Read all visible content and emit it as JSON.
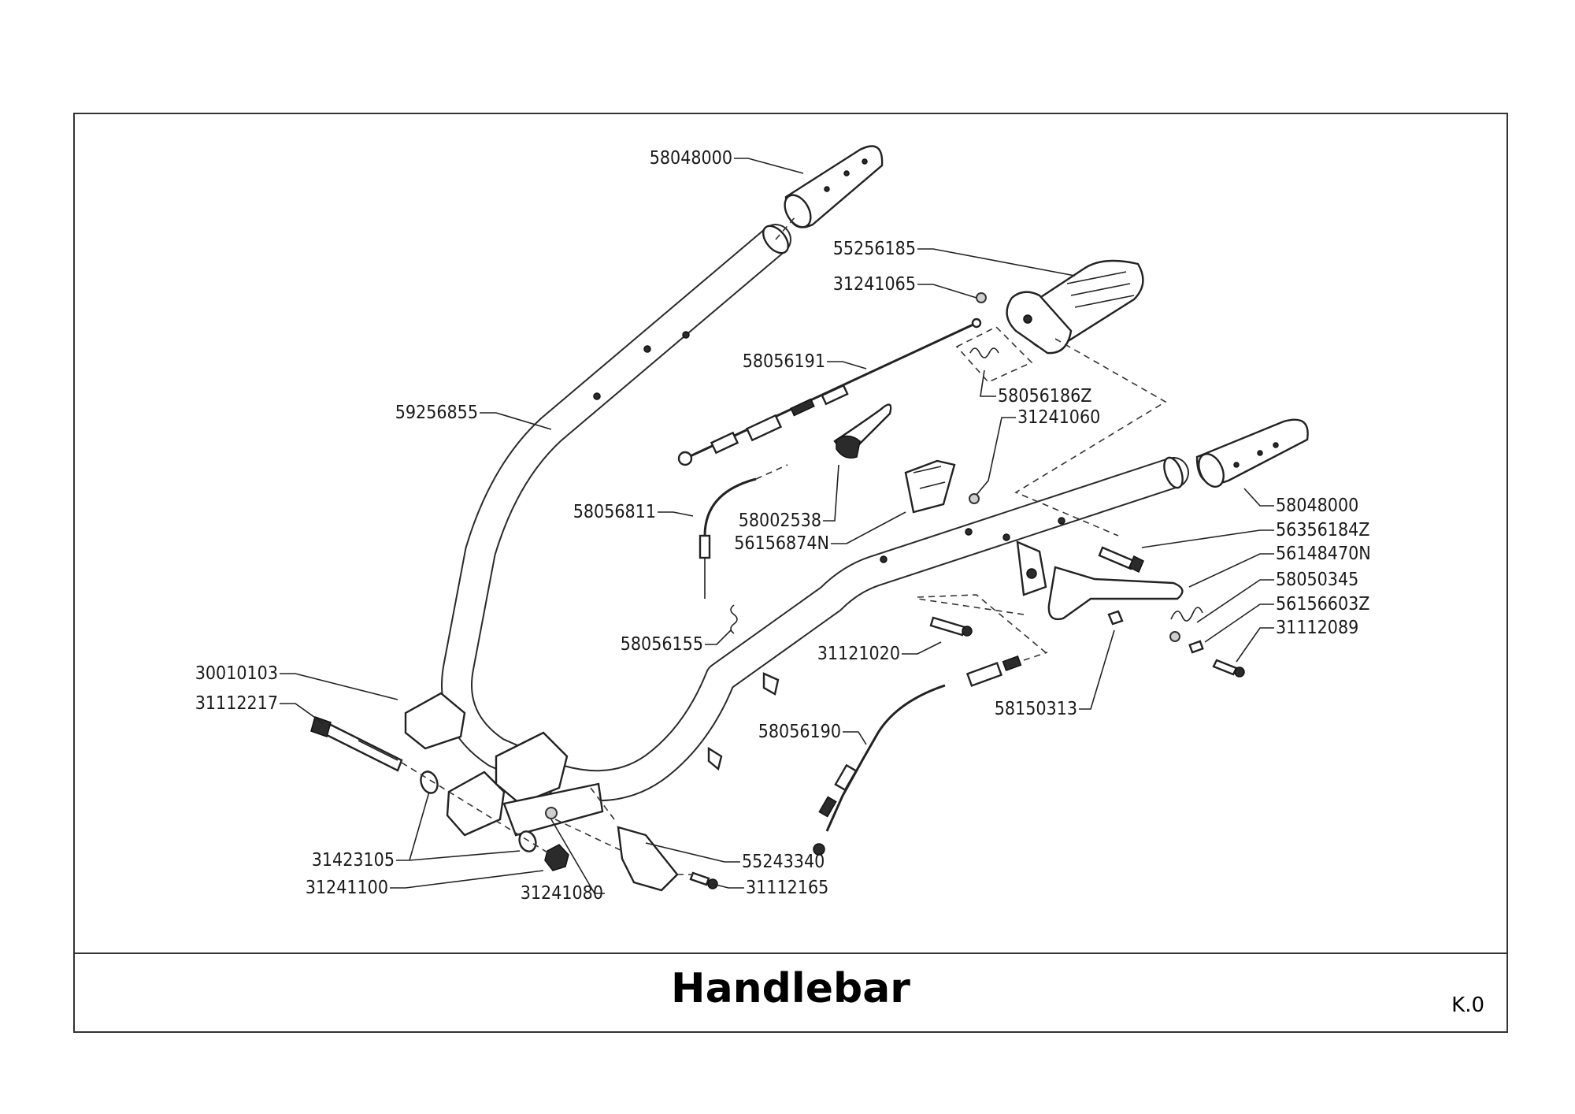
{
  "sheet": {
    "title": "Handlebar",
    "code": "K.0"
  },
  "callouts": [
    {
      "part_no": "58048000"
    },
    {
      "part_no": "55256185"
    },
    {
      "part_no": "31241065"
    },
    {
      "part_no": "58056191"
    },
    {
      "part_no": "58056186Z"
    },
    {
      "part_no": "31241060"
    },
    {
      "part_no": "59256855"
    },
    {
      "part_no": "58048000"
    },
    {
      "part_no": "56356184Z"
    },
    {
      "part_no": "56148470N"
    },
    {
      "part_no": "58050345"
    },
    {
      "part_no": "56156603Z"
    },
    {
      "part_no": "31112089"
    },
    {
      "part_no": "58056811"
    },
    {
      "part_no": "58002538"
    },
    {
      "part_no": "56156874N"
    },
    {
      "part_no": "58056155"
    },
    {
      "part_no": "31121020"
    },
    {
      "part_no": "58150313"
    },
    {
      "part_no": "30010103"
    },
    {
      "part_no": "31112217"
    },
    {
      "part_no": "58056190"
    },
    {
      "part_no": "31423105"
    },
    {
      "part_no": "31241100"
    },
    {
      "part_no": "31241080"
    },
    {
      "part_no": "55243340"
    },
    {
      "part_no": "31112165"
    }
  ]
}
